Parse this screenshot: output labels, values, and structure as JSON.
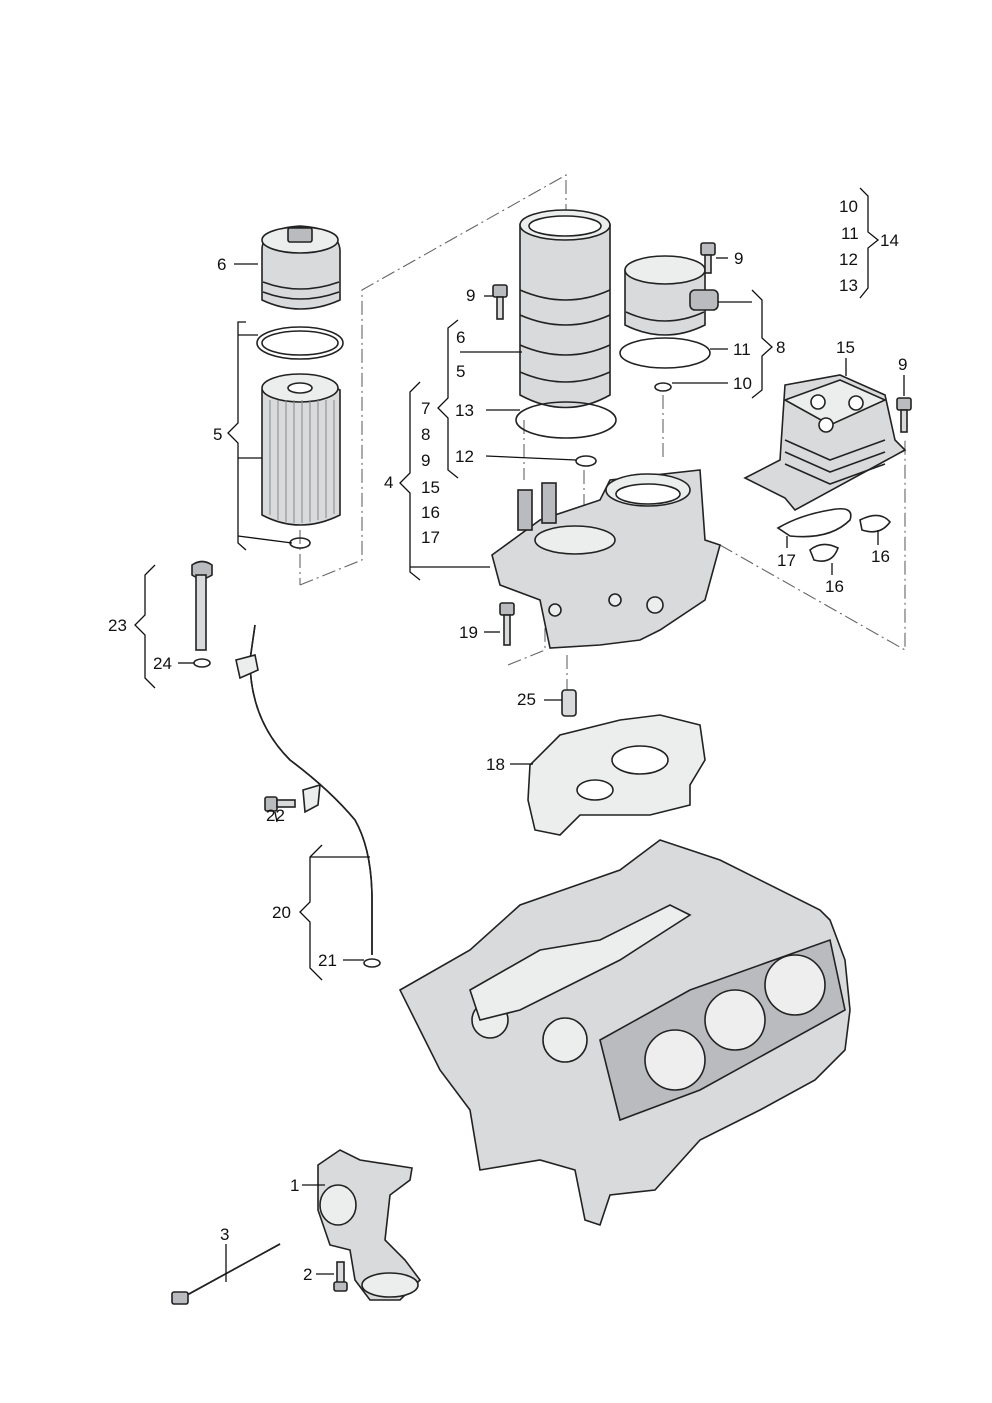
{
  "labels": {
    "l1": "1",
    "l2": "2",
    "l3": "3",
    "l4": "4",
    "l5a": "5",
    "l5b": "5",
    "l6a": "6",
    "l6b": "6",
    "l7": "7",
    "l8a": "8",
    "l8b": "8",
    "l9a": "9",
    "l9b": "9",
    "l9c": "9",
    "l9d": "9",
    "l10a": "10",
    "l10b": "10",
    "l11a": "11",
    "l11b": "11",
    "l12a": "12",
    "l12b": "12",
    "l13a": "13",
    "l13b": "13",
    "l14": "14",
    "l15a": "15",
    "l15b": "15",
    "l16a": "16",
    "l16b": "16",
    "l16c": "16",
    "l17a": "17",
    "l17b": "17",
    "l18": "18",
    "l19": "19",
    "l20": "20",
    "l21": "21",
    "l22": "22",
    "l23": "23",
    "l24": "24",
    "l25": "25"
  },
  "colors": {
    "line": "#111111",
    "part_fill": "#d9dadc",
    "part_light": "#eceded",
    "part_dark": "#b9bbbe"
  }
}
